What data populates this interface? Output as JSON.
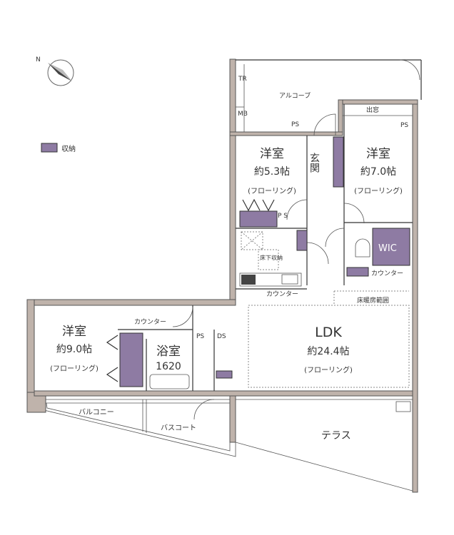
{
  "legend": {
    "label": "収納",
    "color": "#8e7ba3"
  },
  "compass": {
    "label": "N"
  },
  "rooms": {
    "alcove": "アルコーブ",
    "tr": "TR",
    "mb": "MB",
    "ps1": "PS",
    "ps2": "PS",
    "ps3": "P S",
    "ps4": "PS",
    "ds": "DS",
    "demado": "出窓",
    "genkan": "玄関",
    "room1": {
      "name": "洋室",
      "size": "約5.3帖",
      "floor": "(フローリング)"
    },
    "room2": {
      "name": "洋室",
      "size": "約7.0帖",
      "floor": "(フローリング)"
    },
    "room3": {
      "name": "洋室",
      "size": "約9.0帖",
      "floor": "(フローリング)"
    },
    "wic": "WIC",
    "underfloor": "床下収納",
    "counter1": "カウンター",
    "counter2": "カウンター",
    "counter3": "カウンター",
    "floor_heating": "床暖房範囲",
    "ldk": {
      "name": "LDK",
      "size": "約24.4帖",
      "floor": "(フローリング)"
    },
    "bath": {
      "name": "浴室",
      "size": "1620"
    },
    "balcony": "バルコニー",
    "bathcourt": "バスコート",
    "terrace": "テラス"
  }
}
